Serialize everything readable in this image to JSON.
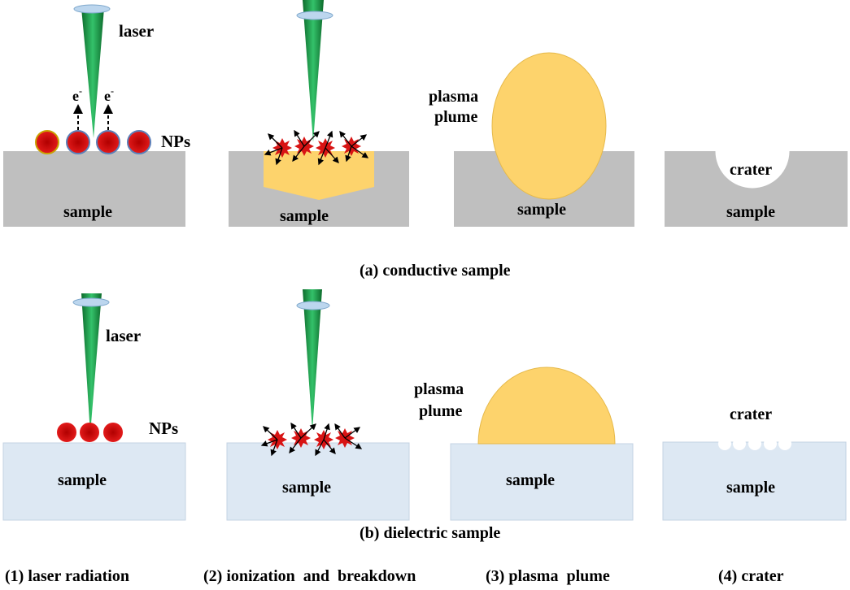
{
  "row_a": {
    "caption": "(a) conductive sample",
    "laser_label": "laser",
    "electron_label": "e",
    "electron_superscript": "-",
    "nps_label": "NPs",
    "sample_label": "sample",
    "plasma_label_line1": "plasma",
    "plasma_label_line2": "plume",
    "crater_label": "crater"
  },
  "row_b": {
    "caption": "(b) dielectric sample",
    "laser_label": "laser",
    "nps_label": "NPs",
    "sample_label": "sample",
    "plasma_label_line1": "plasma",
    "plasma_label_line2": "plume",
    "crater_label": "crater"
  },
  "steps": [
    "(1) laser radiation",
    "(2) ionization  and  breakdown",
    "(3) plasma  plume",
    "(4) crater"
  ],
  "colors": {
    "metal_sample": "#bfbfbf",
    "dielectric_sample": "#dde8f3",
    "plasma": "#fdd36c",
    "laser_green": "#1f9e4a",
    "nanoparticle": "#d81414",
    "lens": "#bcd6ee"
  }
}
